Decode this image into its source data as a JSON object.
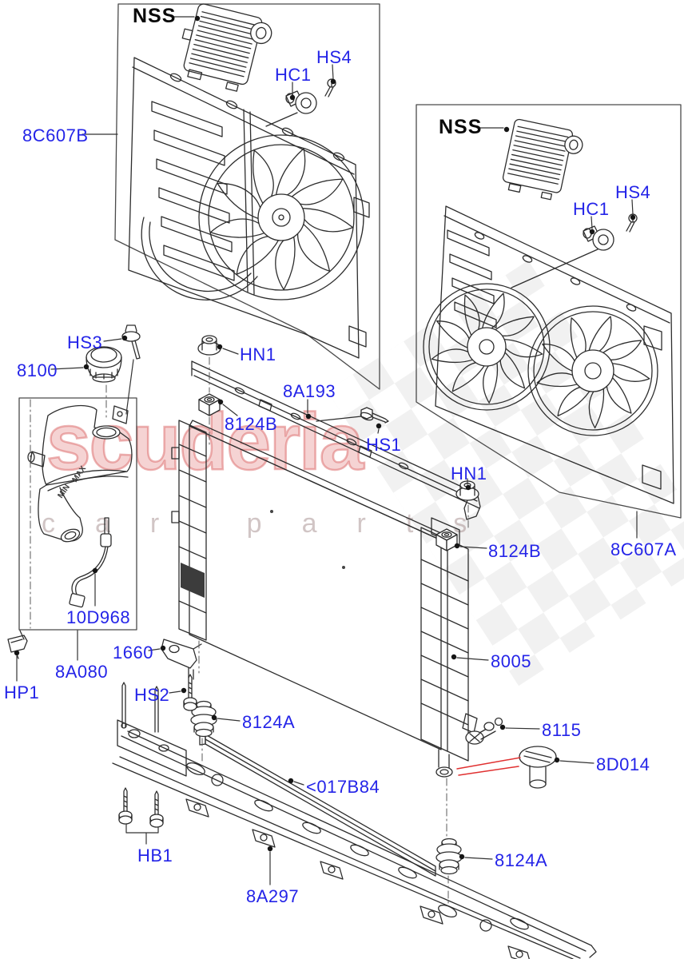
{
  "watermark": {
    "brand": "scuderia",
    "tagline": "car parts"
  },
  "colors": {
    "callout_blue": "#2424e8",
    "line": "#2d2d2d",
    "leader_red": "#e03030",
    "watermark_pink": "#e89c9c",
    "watermark_gray": "#e3e3e3"
  },
  "tank_markings": {
    "max": "MAX",
    "min": "MIN"
  },
  "callouts": {
    "nss_left": {
      "text": "NSS"
    },
    "hc1_left": {
      "text": "HC1"
    },
    "hs4_left": {
      "text": "HS4"
    },
    "part_8c607b": {
      "text": "8C607B"
    },
    "nss_right": {
      "text": "NSS"
    },
    "hc1_right": {
      "text": "HC1"
    },
    "hs4_right": {
      "text": "HS4"
    },
    "part_8c607a": {
      "text": "8C607A"
    },
    "hs3": {
      "text": "HS3"
    },
    "part_8100": {
      "text": "8100"
    },
    "hn1_left": {
      "text": "HN1"
    },
    "part_8a193": {
      "text": "8A193"
    },
    "part_8124b_left": {
      "text": "8124B"
    },
    "hs1": {
      "text": "HS1"
    },
    "hn1_right": {
      "text": "HN1"
    },
    "part_8124b_right": {
      "text": "8124B"
    },
    "part_10d968": {
      "text": "10D968"
    },
    "part_1660": {
      "text": "1660"
    },
    "part_8a080": {
      "text": "8A080"
    },
    "hp1": {
      "text": "HP1"
    },
    "hs2": {
      "text": "HS2"
    },
    "part_8124a_mid": {
      "text": "8124A"
    },
    "part_8005": {
      "text": "8005"
    },
    "part_8115": {
      "text": "8115"
    },
    "part_8d014": {
      "text": "8D014"
    },
    "part_017b84": {
      "text": "<017B84"
    },
    "hb1": {
      "text": "HB1"
    },
    "part_8a297": {
      "text": "8A297"
    },
    "part_8124a_bottom": {
      "text": "8124A"
    }
  }
}
